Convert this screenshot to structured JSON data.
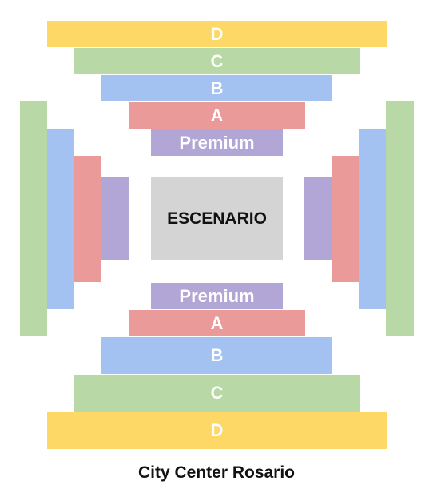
{
  "colors": {
    "D": "#fdd866",
    "C": "#b8d9a6",
    "B": "#a3c2f1",
    "A": "#e99a99",
    "Premium": "#b2a6d6",
    "stage": "#d4d4d4"
  },
  "sections": {
    "top": {
      "d": "D",
      "c": "C",
      "b": "B",
      "a": "A",
      "premium": "Premium"
    },
    "bottom": {
      "premium": "Premium",
      "a": "A",
      "b": "B",
      "c": "C",
      "d": "D"
    }
  },
  "stage": {
    "label": "ESCENARIO"
  },
  "venue_name": "City Center Rosario"
}
